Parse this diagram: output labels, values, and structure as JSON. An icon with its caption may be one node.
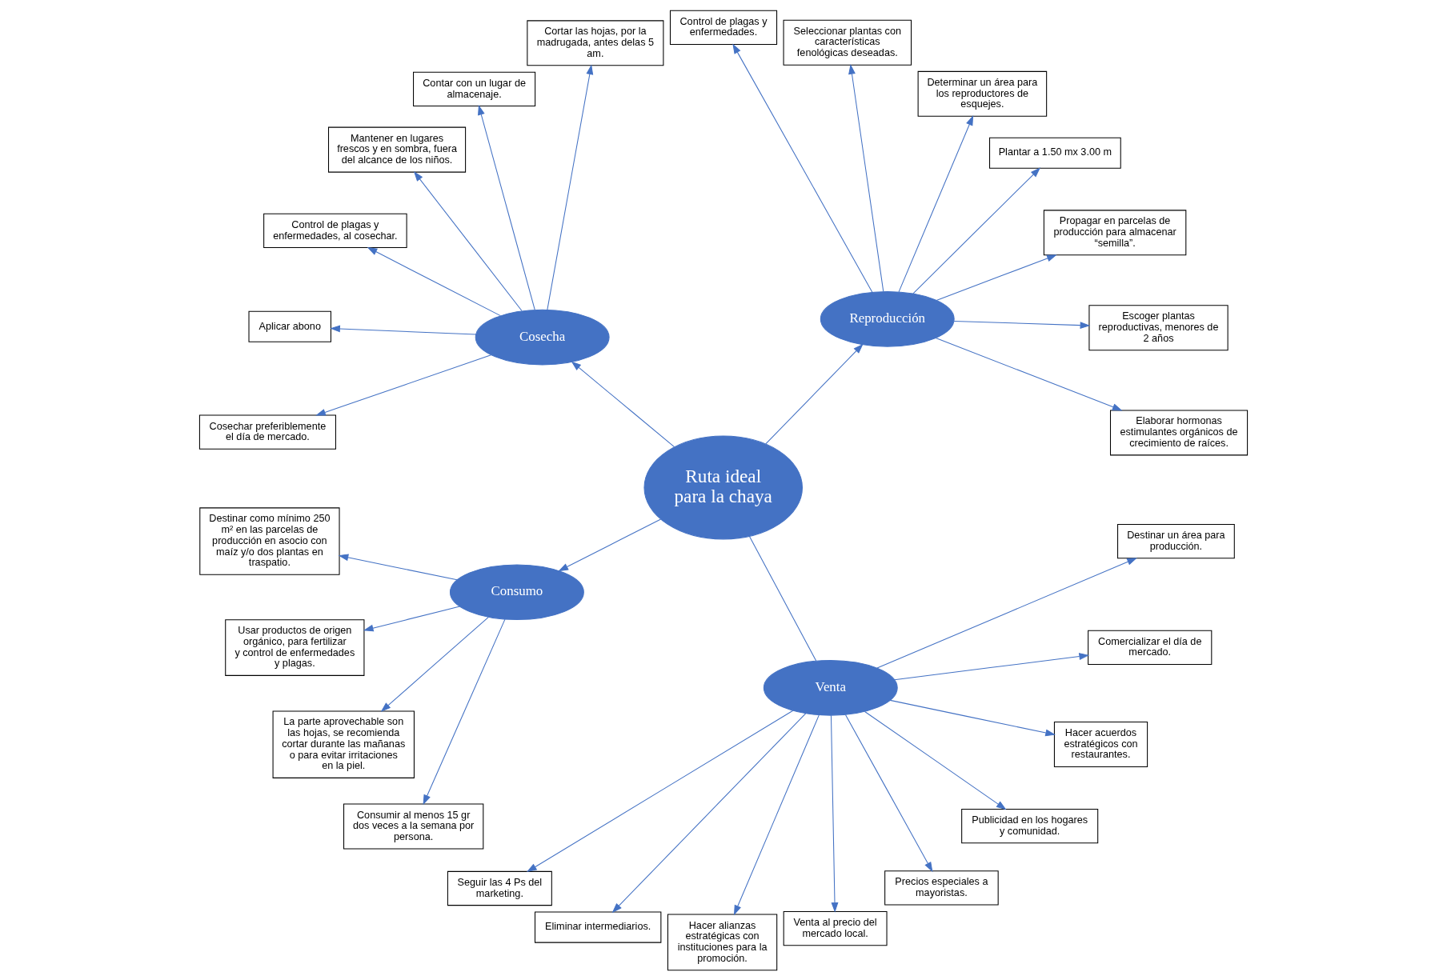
{
  "diagram": {
    "nodes": [
      {
        "text": [
          "Ruta ideal para la chaya"
        ]
      },
      {
        "text": [
          "Reproducción"
        ]
      },
      {
        "text": [
          "Cosecha"
        ]
      },
      {
        "text": [
          "Consumo"
        ]
      },
      {
        "text": [
          "Venta"
        ]
      },
      {
        "text": [
          "Elaborar hormonas estimulantes orgánicos de crecimiento de raíces."
        ]
      },
      {
        "text": [
          "Escoger plantas reproductivas, menores de 2 años"
        ]
      },
      {
        "text": [
          "Propagar en parcelas de producción para almacenar “semilla”."
        ]
      },
      {
        "text": [
          "Plantar a 1.50 mx 3.00 m"
        ]
      },
      {
        "text": [
          "Determinar un área para los reproductores de esquejes."
        ]
      },
      {
        "text": [
          "Seleccionar plantas con características fenológicas deseadas."
        ]
      },
      {
        "text": [
          "Control de plagas y enfermedades."
        ]
      },
      {
        "text": [
          "Cortar las hojas, por la madrugada, antes delas 5 am."
        ]
      },
      {
        "text": [
          "Contar con un lugar de almacenaje."
        ]
      },
      {
        "text": [
          "Mantener en lugares frescos y en sombra, fuera del alcance de los niños."
        ]
      },
      {
        "text": [
          "Control de plagas y enfermedades, al cosechar."
        ]
      },
      {
        "text": [
          "Aplicar abono"
        ]
      },
      {
        "text": [
          "Cosechar preferiblemente el día de mercado."
        ]
      },
      {
        "text": [
          "Destinar como mínimo 250 m² en las parcelas de producción en asocio con maíz y/o dos plantas en traspatio."
        ]
      },
      {
        "text": [
          "Usar productos de origen orgánico, para fertilizar y control de enfermedades y plagas."
        ]
      },
      {
        "text": [
          "La parte aprovechable son las hojas, se recomienda cortar durante las mañanas o para evitar irritaciones en la piel."
        ]
      },
      {
        "text": [
          "Consumir al menos 15 gr dos veces a la semana por persona."
        ]
      },
      {
        "text": [
          "Seguir las 4 Ps del marketing."
        ]
      },
      {
        "text": [
          "Eliminar intermediarios."
        ]
      },
      {
        "text": [
          "Hacer alianzas estratégicas con instituciones para la promoción."
        ]
      },
      {
        "text": [
          "Venta al precio del mercado local."
        ]
      },
      {
        "text": [
          "Precios especiales a mayoristas."
        ]
      },
      {
        "text": [
          "Publicidad en los hogares y comunidad."
        ]
      },
      {
        "text": [
          "Hacer acuerdos estratégicos con restaurantes."
        ]
      },
      {
        "text": [
          "Comercializar el día de mercado."
        ]
      },
      {
        "text": [
          "Destinar un área para producción."
        ]
      }
    ],
    "edges": [
      {
        "from": 0,
        "to": 1,
        "arrow": "to"
      },
      {
        "from": 0,
        "to": 2,
        "arrow": "to"
      },
      {
        "from": 0,
        "to": 3,
        "arrow": "to"
      },
      {
        "from": 0,
        "to": 4,
        "arrow": "none"
      },
      {
        "from": 1,
        "to": 5,
        "arrow": "to"
      },
      {
        "from": 1,
        "to": 6,
        "arrow": "to"
      },
      {
        "from": 1,
        "to": 7,
        "arrow": "to"
      },
      {
        "from": 1,
        "to": 8,
        "arrow": "to"
      },
      {
        "from": 1,
        "to": 9,
        "arrow": "to"
      },
      {
        "from": 1,
        "to": 10,
        "arrow": "to"
      },
      {
        "from": 1,
        "to": 11,
        "arrow": "to"
      },
      {
        "from": 2,
        "to": 12,
        "arrow": "to"
      },
      {
        "from": 2,
        "to": 13,
        "arrow": "to"
      },
      {
        "from": 2,
        "to": 14,
        "arrow": "to"
      },
      {
        "from": 2,
        "to": 15,
        "arrow": "to"
      },
      {
        "from": 2,
        "to": 16,
        "arrow": "to"
      },
      {
        "from": 2,
        "to": 17,
        "arrow": "to"
      },
      {
        "from": 3,
        "to": 18,
        "arrow": "to"
      },
      {
        "from": 3,
        "to": 19,
        "arrow": "to"
      },
      {
        "from": 3,
        "to": 20,
        "arrow": "to"
      },
      {
        "from": 3,
        "to": 21,
        "arrow": "to"
      },
      {
        "from": 4,
        "to": 22,
        "arrow": "to"
      },
      {
        "from": 4,
        "to": 23,
        "arrow": "to"
      },
      {
        "from": 4,
        "to": 24,
        "arrow": "to"
      },
      {
        "from": 4,
        "to": 25,
        "arrow": "to"
      },
      {
        "from": 4,
        "to": 26,
        "arrow": "to"
      },
      {
        "from": 4,
        "to": 27,
        "arrow": "to"
      },
      {
        "from": 4,
        "to": 28,
        "arrow": "to"
      },
      {
        "from": 4,
        "to": 29,
        "arrow": "to"
      },
      {
        "from": 4,
        "to": 30,
        "arrow": "to"
      }
    ]
  }
}
